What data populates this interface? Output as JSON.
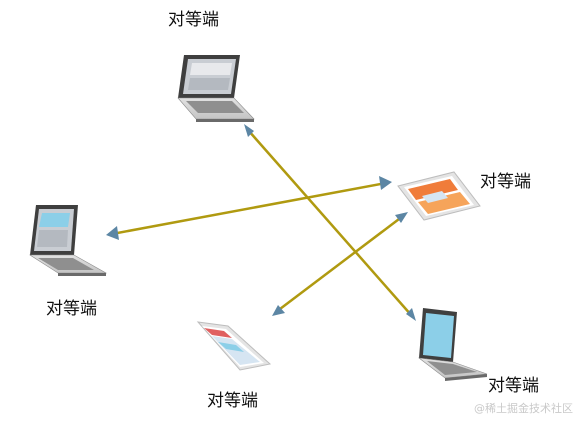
{
  "nodes": [
    {
      "id": "laptop-top",
      "device": "laptop",
      "label": "对等端"
    },
    {
      "id": "laptop-left",
      "device": "laptop",
      "label": "对等端"
    },
    {
      "id": "tablet-right",
      "device": "tablet",
      "label": "对等端"
    },
    {
      "id": "phone-bottom",
      "device": "phone",
      "label": "对等端"
    },
    {
      "id": "laptop-bottom-right",
      "device": "laptop",
      "label": "对等端"
    }
  ],
  "connections": [
    {
      "from": "laptop-top",
      "to": "laptop-bottom-right",
      "style": "bidirectional-arrow"
    },
    {
      "from": "laptop-left",
      "to": "tablet-right",
      "style": "bidirectional-arrow"
    },
    {
      "from": "phone-bottom",
      "to": "tablet-right",
      "style": "bidirectional-arrow"
    }
  ],
  "colors": {
    "connector": "#b09a10",
    "arrowhead": "#5c86a4",
    "laptop_body": "#3f3f3f",
    "laptop_screen_dark": "#c9cdd3",
    "laptop_screen_blue": "#8ccfe8",
    "keyboard": "#d3d3d3",
    "tablet_accent": "#f07c3a",
    "phone_accent": "#d6e5f2"
  },
  "watermark": "@稀土掘金技术社区"
}
